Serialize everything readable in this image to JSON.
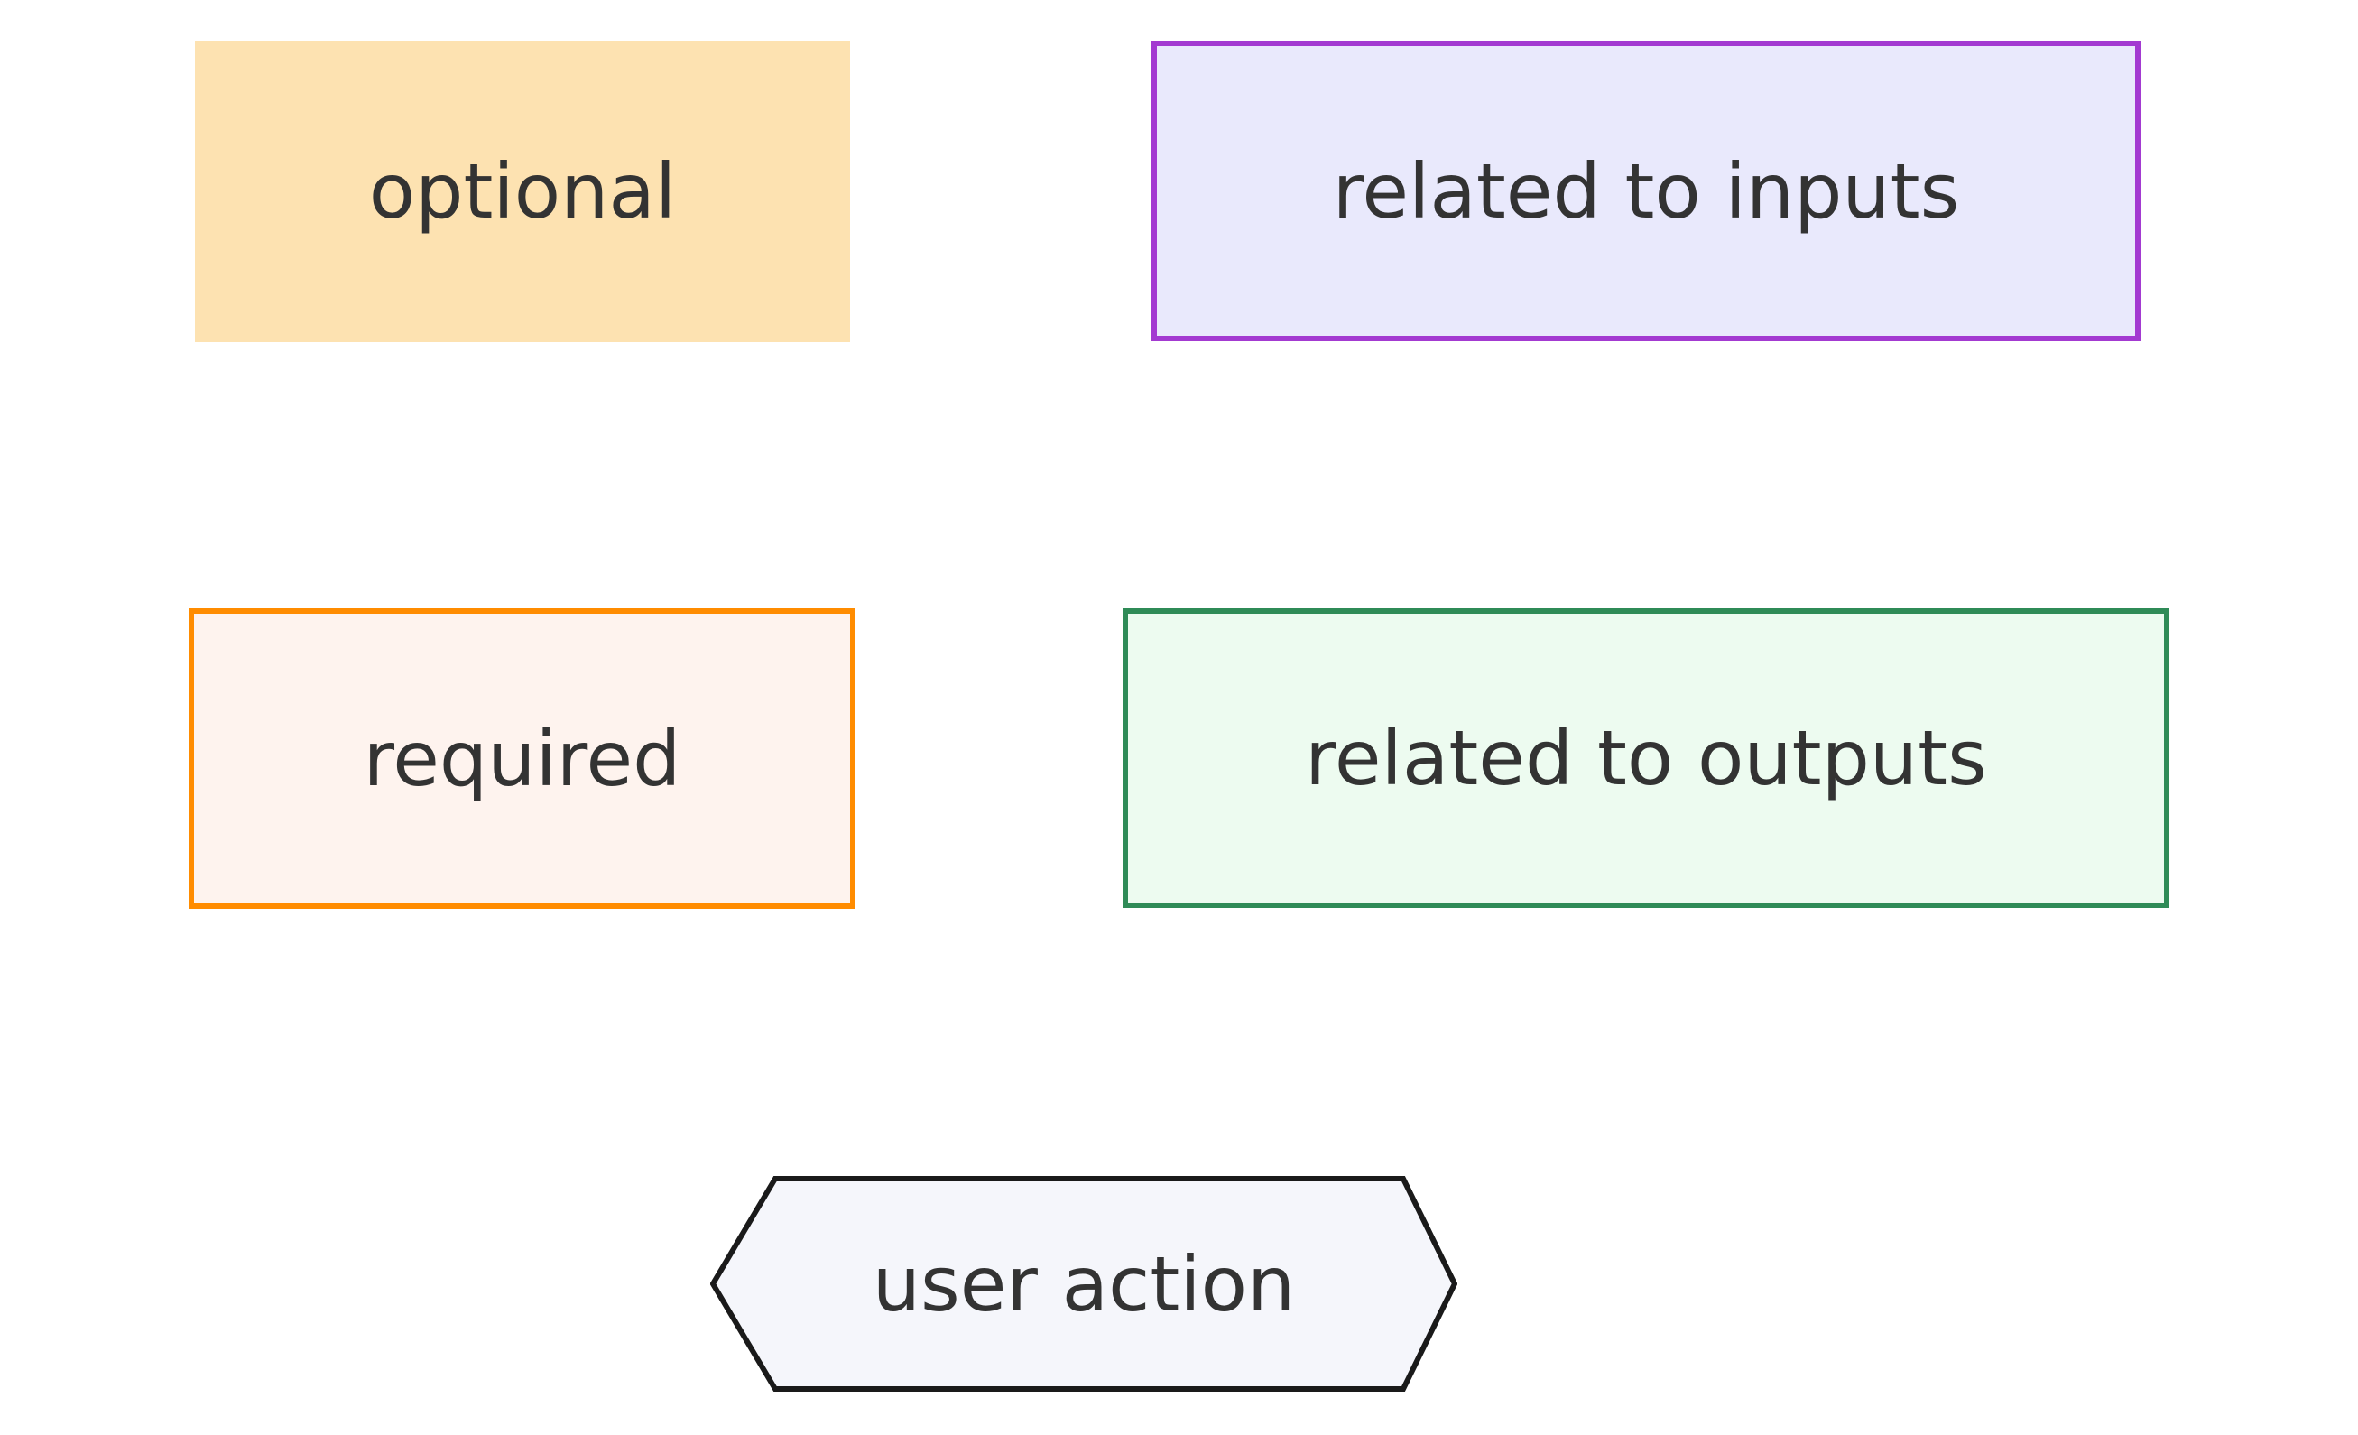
{
  "diagram": {
    "kind": "legend",
    "text_color": "#333333",
    "background": "#ffffff",
    "items": [
      {
        "id": "optional",
        "label": "optional",
        "shape": "rectangle",
        "fill": "#fde2b1",
        "border_color": "none"
      },
      {
        "id": "related-to-inputs",
        "label": "related to inputs",
        "shape": "rectangle",
        "fill": "#e9e9fc",
        "border_color": "#a33ad1"
      },
      {
        "id": "required",
        "label": "required",
        "shape": "rectangle",
        "fill": "#fef3ee",
        "border_color": "#ff8c00"
      },
      {
        "id": "related-to-outputs",
        "label": "related to outputs",
        "shape": "rectangle",
        "fill": "#edfbf0",
        "border_color": "#2f8b57"
      },
      {
        "id": "user-action",
        "label": "user action",
        "shape": "hexagon",
        "fill": "#f5f6fb",
        "border_color": "#1a1a1a"
      }
    ]
  }
}
